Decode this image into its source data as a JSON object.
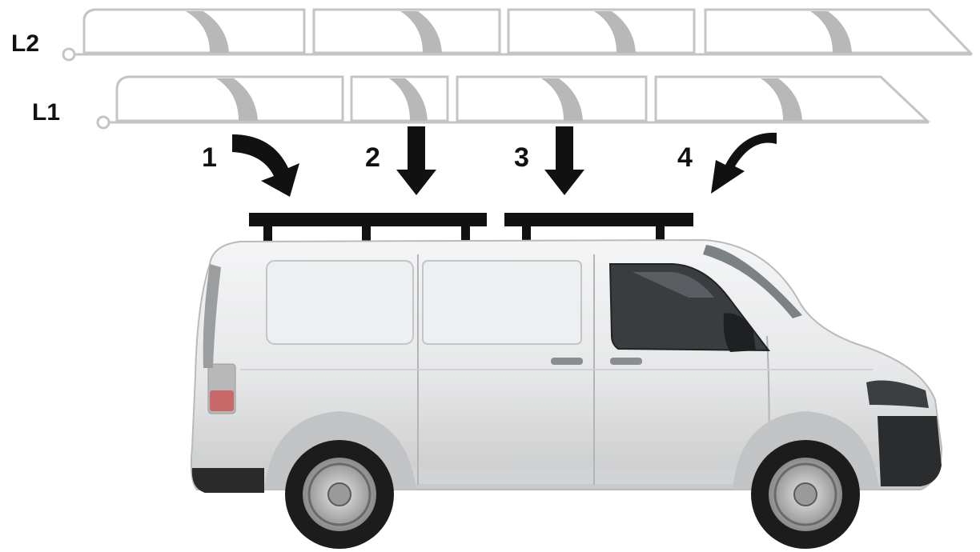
{
  "labels": {
    "row_l2": "L2",
    "row_l1": "L1",
    "pos1": "1",
    "pos2": "2",
    "pos3": "3",
    "pos4": "4"
  },
  "colors": {
    "panel_outline": "#c4c4c4",
    "panel_swoosh": "#b8b8b8",
    "rack": "#111111",
    "arrow": "#111111",
    "van_body": "#e8e9ea",
    "van_shadow": "#c9cacb",
    "window_dark": "#3a3d40",
    "tyre": "#1c1c1c"
  }
}
